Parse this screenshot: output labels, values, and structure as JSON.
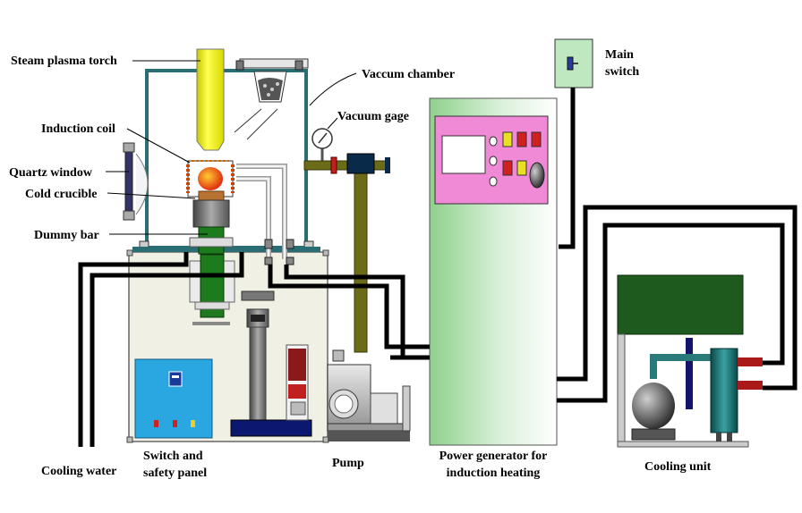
{
  "labels": {
    "steam_plasma_torch": "Steam plasma torch",
    "vaccum_chamber": "Vaccum chamber",
    "vacuum_gage": "Vacuum gage",
    "main_switch_line1": "Main",
    "main_switch_line2": "switch",
    "induction_coil": "Induction coil",
    "quartz_window": "Quartz window",
    "cold_crucible": "Cold crucible",
    "dummy_bar": "Dummy bar",
    "cooling_water": "Cooling water",
    "switch_panel_line1": "Switch and",
    "switch_panel_line2": "safety panel",
    "pump": "Pump",
    "power_generator_line1": "Power generator for",
    "power_generator_line2": "induction heating",
    "cooling_unit": "Cooling unit"
  },
  "colors": {
    "torch": "#f2f21a",
    "frame": "#2a6e74",
    "pipe": "#6b6b18",
    "panel_blue": "#2aa7e0",
    "generator_panel": "#f08ad6",
    "tank_green": "#1e5a1e",
    "cable": "#000000"
  }
}
